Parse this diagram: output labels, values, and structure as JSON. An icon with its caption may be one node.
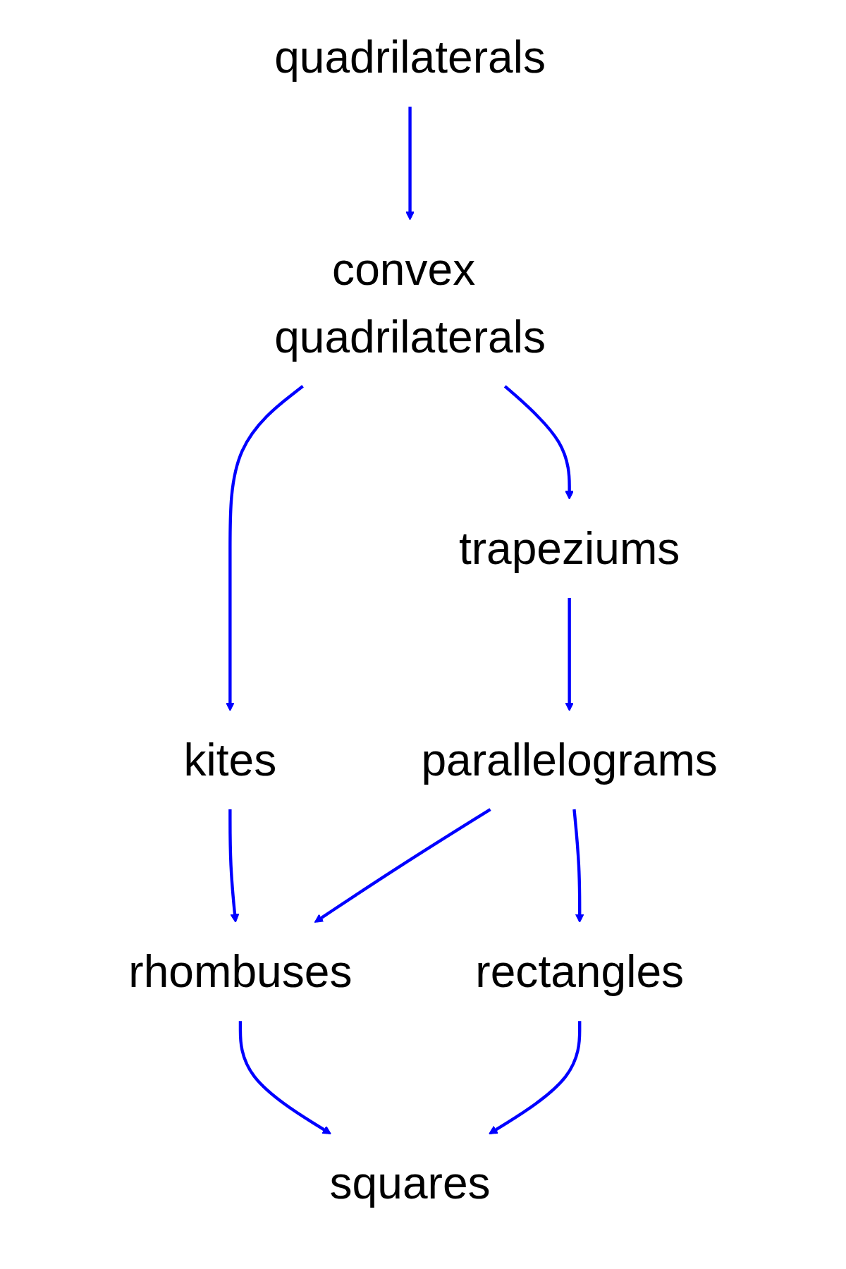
{
  "diagram": {
    "nodes": [
      {
        "text": [
          "quadrilaterals"
        ]
      },
      {
        "text": [
          "convex quadrilaterals"
        ]
      },
      {
        "text": [
          "trapeziums"
        ]
      },
      {
        "text": [
          "kites"
        ]
      },
      {
        "text": [
          "parallelograms"
        ]
      },
      {
        "text": [
          "rhombuses"
        ]
      },
      {
        "text": [
          "rectangles"
        ]
      },
      {
        "text": [
          "squares"
        ]
      }
    ],
    "edges": [
      {
        "from": 0,
        "to": 1,
        "arrow": "to"
      },
      {
        "from": 1,
        "to": 3,
        "arrow": "to"
      },
      {
        "from": 1,
        "to": 2,
        "arrow": "to"
      },
      {
        "from": 2,
        "to": 4,
        "arrow": "to"
      },
      {
        "from": 3,
        "to": 5,
        "arrow": "to"
      },
      {
        "from": 4,
        "to": 5,
        "arrow": "to"
      },
      {
        "from": 4,
        "to": 6,
        "arrow": "to"
      },
      {
        "from": 5,
        "to": 7,
        "arrow": "to"
      },
      {
        "from": 6,
        "to": 7,
        "arrow": "to"
      }
    ]
  }
}
